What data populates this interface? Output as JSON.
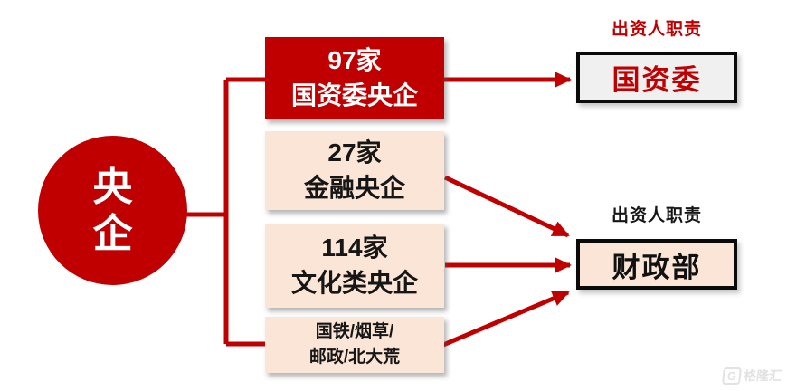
{
  "colors": {
    "accent_red": "#c00000",
    "cream_fill": "#fbe5d6",
    "gray_fill": "#f0f0f0",
    "border_black": "#0a0a0a",
    "text_white": "#ffffff",
    "text_black": "#161616",
    "watermark_gray": "#e2e2e2"
  },
  "diagram": {
    "root": {
      "label": "央企"
    },
    "branch_boxes": [
      {
        "line1": "97家",
        "line2": "国资委央企"
      },
      {
        "line1": "27家",
        "line2": "金融央企"
      },
      {
        "line1": "114家",
        "line2": "文化类央企"
      },
      {
        "line1": "国铁/烟草/",
        "line2": "邮政/北大荒"
      }
    ],
    "regulators": [
      {
        "caption": "出资人职责",
        "name": "国资委"
      },
      {
        "caption": "出资人职责",
        "name": "财政部"
      }
    ]
  },
  "watermark": {
    "logo_letter": "G",
    "brand": "格隆汇"
  }
}
